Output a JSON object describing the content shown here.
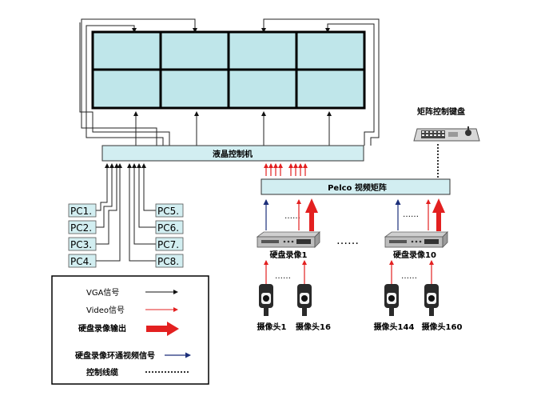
{
  "diagram": {
    "controller_label": "液晶控制机",
    "matrix_label": "Pelco 视频矩阵",
    "keyboard_label": "矩阵控制键盘",
    "pcs_left": [
      "PC1.",
      "PC2.",
      "PC3.",
      "PC4."
    ],
    "pcs_right": [
      "PC5.",
      "PC6.",
      "PC7.",
      "PC8."
    ],
    "dvr1_label": "硬盘录像1",
    "dvr10_label": "硬盘录像10",
    "dots_top_1": "……",
    "dots_top_2": "……",
    "dots_middle": "……",
    "dots_cam_1": "……",
    "dots_cam_2": "……",
    "cameras": [
      "摄像头1",
      "摄像头16",
      "摄像头144",
      "摄像头160"
    ]
  },
  "legend": {
    "items": [
      {
        "label": "VGA信号",
        "line": "vga"
      },
      {
        "label": "Video信号",
        "line": "video"
      },
      {
        "label": "硬盘录像输出",
        "line": "dvr"
      },
      {
        "label": "硬盘录像环通视频信号",
        "line": "loop"
      },
      {
        "label": "控制线缆",
        "line": "control"
      }
    ]
  },
  "colors": {
    "screen_fill": "#bfe6ea",
    "box_fill": "#d2eef1",
    "pc_fill": "#d2eef1",
    "video_red": "#e32020",
    "loop_blue": "#1c2f7a",
    "wire": "#222222"
  }
}
